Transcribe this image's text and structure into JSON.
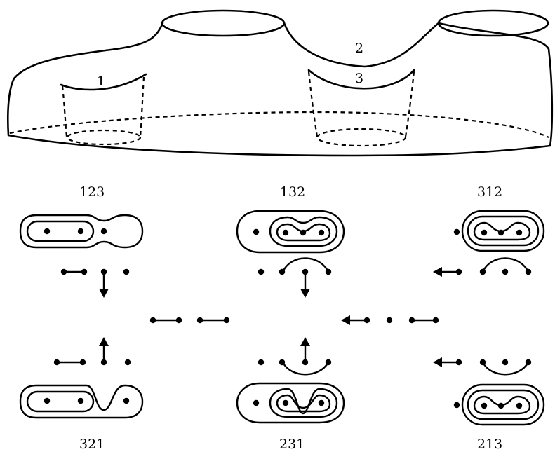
{
  "surface": {
    "curve_labels": [
      "1",
      "2",
      "3"
    ]
  },
  "permutations": {
    "p123": "123",
    "p132": "132",
    "p312": "312",
    "p321": "321",
    "p231": "231",
    "p213": "213"
  }
}
